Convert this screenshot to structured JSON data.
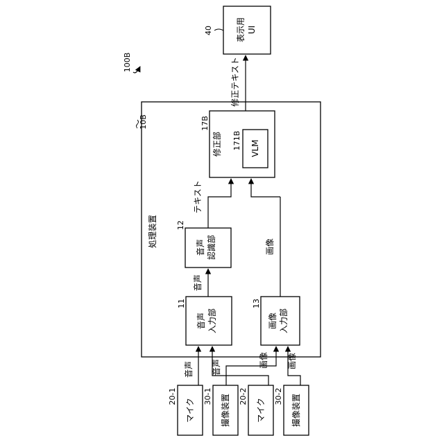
{
  "figure": {
    "system_ref": "100B",
    "processing_device": {
      "label": "処理装置",
      "ref": "10B"
    },
    "display_ui": {
      "label": "表示用\nUI",
      "ref": "40"
    },
    "correction_unit": {
      "label": "修正部",
      "ref": "17B"
    },
    "vlm": {
      "label": "VLM",
      "ref": "171B"
    },
    "speech_recognition": {
      "label": "音声\n認識部",
      "ref": "12"
    },
    "audio_input": {
      "label": "音声\n入力部",
      "ref": "11"
    },
    "image_input": {
      "label": "画像\n入力部",
      "ref": "13"
    },
    "devices": [
      {
        "label": "マイク",
        "ref": "20-1"
      },
      {
        "label": "撮像装置",
        "ref": "30-1"
      },
      {
        "label": "マイク",
        "ref": "20-2"
      },
      {
        "label": "撮像装置",
        "ref": "30-2"
      }
    ],
    "signals": {
      "corrected_text": "修正テキスト",
      "text": "テキスト",
      "image": "画像",
      "audio": "音声",
      "audio_in_1": "音声",
      "audio_in_2": "音声",
      "image_in_1": "画像",
      "image_in_2": "画像"
    }
  }
}
